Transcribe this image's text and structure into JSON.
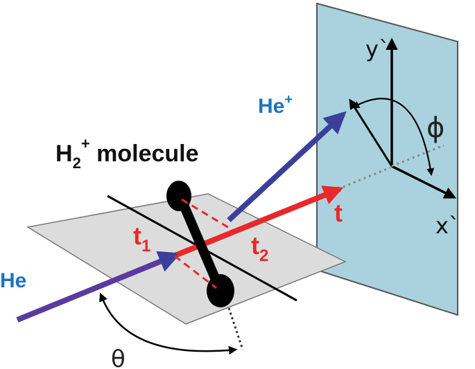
{
  "labels": {
    "molecule": {
      "base": "H",
      "sub": "2",
      "sup": "+",
      "rest": " molecule"
    },
    "he_in": "He",
    "he_out": {
      "base": "He",
      "sup": "+"
    },
    "t1": {
      "base": "t",
      "sub": "1"
    },
    "t2": {
      "base": "t",
      "sub": "2"
    },
    "t": "t",
    "theta": "θ",
    "phi": "ϕ",
    "y_axis": "y`",
    "x_axis": "x`"
  },
  "colors": {
    "incoming_beam": "#5b3a9e",
    "scattered_he": "#3b3f9c",
    "time_beam": "#e8282b",
    "screen_fill": "#a9d2de",
    "plane_fill": "#dcdcdc",
    "label_blue": "#1e73be",
    "label_red": "#e8282b"
  }
}
